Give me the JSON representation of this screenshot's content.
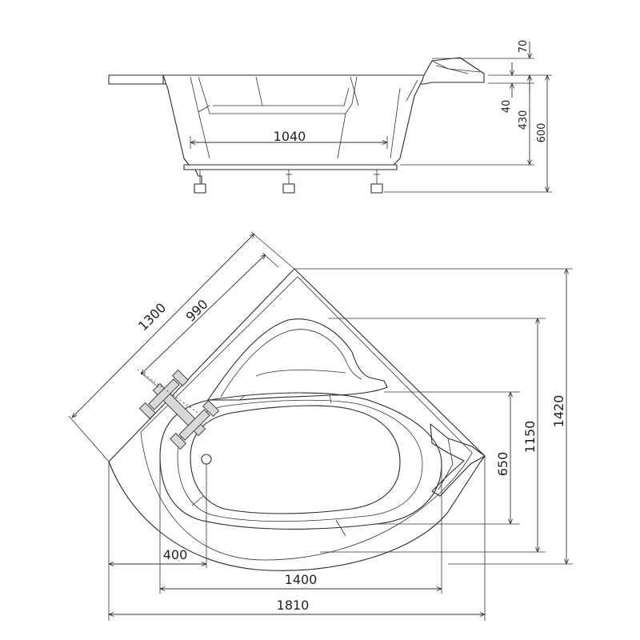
{
  "side_view": {
    "dims": {
      "inner_length": "1040",
      "rim": "70",
      "step": "40",
      "depth": "430",
      "total_height": "600"
    }
  },
  "plan_view": {
    "dims": {
      "diagonal_outer": "1300",
      "diagonal_inner": "990",
      "drain_offset": "400",
      "inner_width": "1400",
      "total_width": "1810",
      "basin_height": "650",
      "inner_height": "1150",
      "total_height": "1420"
    }
  },
  "colors": {
    "line": "#2a2a2a",
    "fitting": "#d8d8d8",
    "background": "#ffffff"
  }
}
